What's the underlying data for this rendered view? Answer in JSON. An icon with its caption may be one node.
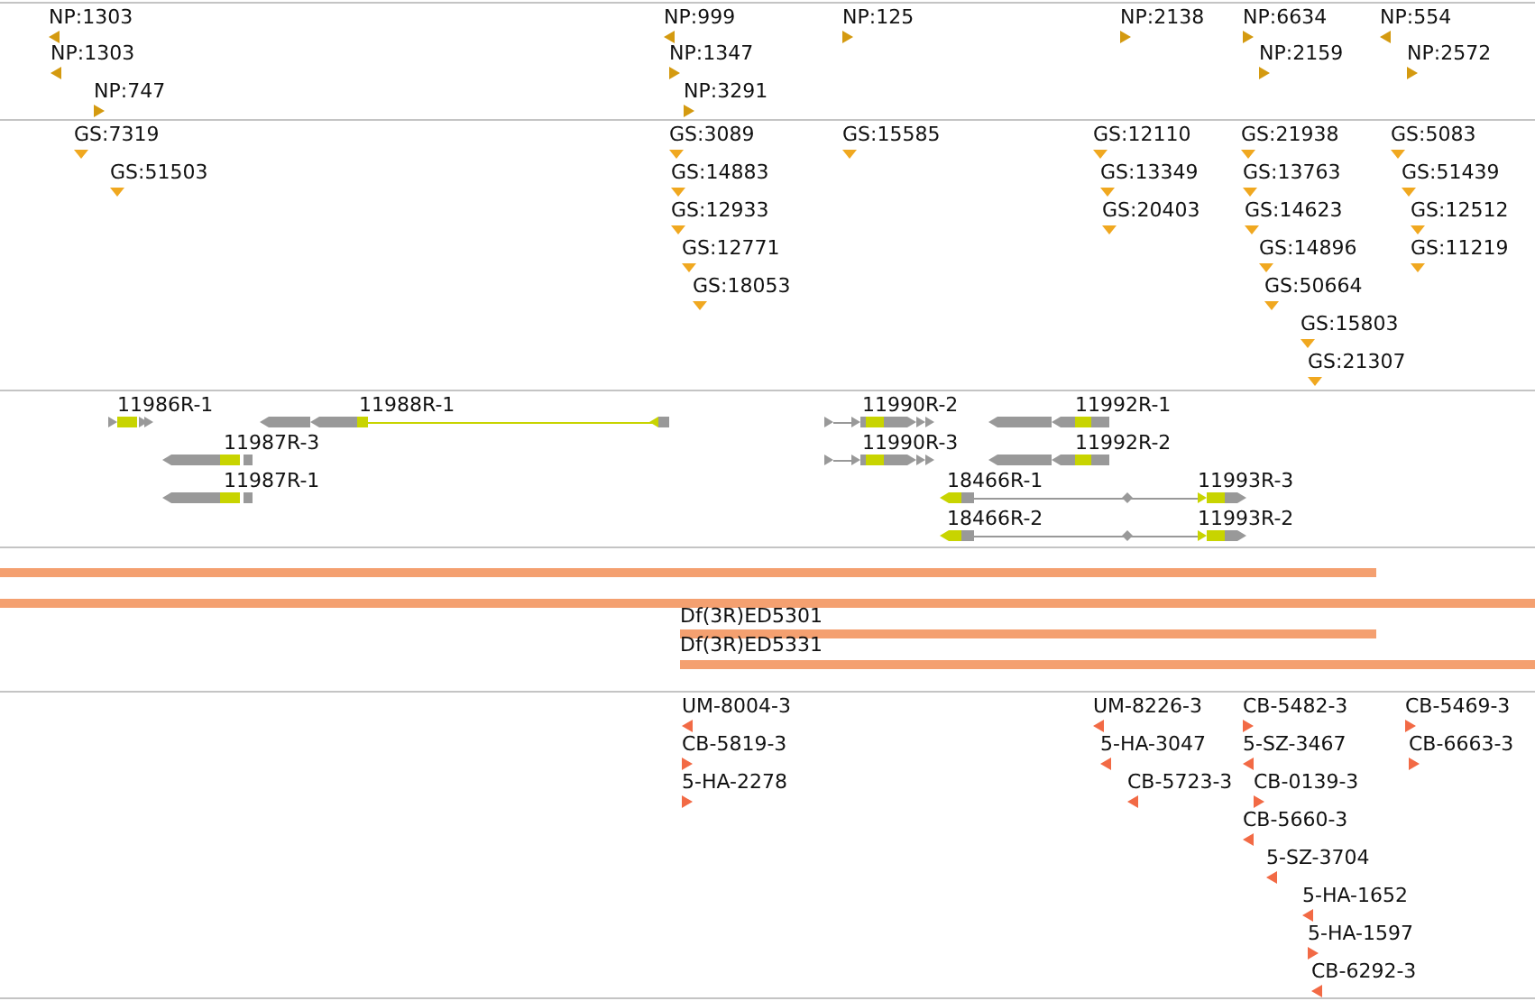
{
  "diagram": {
    "labels": [
      "NP:1303",
      "NP:999",
      "NP:125",
      "NP:2138",
      "NP:6634",
      "NP:554",
      "NP:1303",
      "NP:1347",
      "NP:2159",
      "NP:2572",
      "NP:747",
      "NP:3291",
      "GS:7319",
      "GS:3089",
      "GS:15585",
      "GS:12110",
      "GS:21938",
      "GS:5083",
      "GS:51503",
      "GS:14883",
      "GS:13349",
      "GS:13763",
      "GS:51439",
      "GS:12933",
      "GS:20403",
      "GS:14623",
      "GS:12512",
      "GS:12771",
      "GS:14896",
      "GS:11219",
      "GS:18053",
      "GS:50664",
      "GS:15803",
      "GS:21307",
      "11986R-1",
      "11988R-1",
      "11990R-2",
      "11992R-1",
      "11987R-3",
      "11990R-3",
      "11992R-2",
      "11987R-1",
      "18466R-1",
      "11993R-3",
      "18466R-2",
      "11993R-2",
      "Df(3R)ED5301",
      "Df(3R)ED5331",
      "UM-8004-3",
      "UM-8226-3",
      "CB-5482-3",
      "CB-5469-3",
      "CB-5819-3",
      "5-HA-3047",
      "5-SZ-3467",
      "CB-6663-3",
      "5-HA-2278",
      "CB-5723-3",
      "CB-0139-3",
      "CB-5660-3",
      "5-SZ-3704",
      "5-HA-1652",
      "5-HA-1597",
      "CB-6292-3"
    ]
  }
}
